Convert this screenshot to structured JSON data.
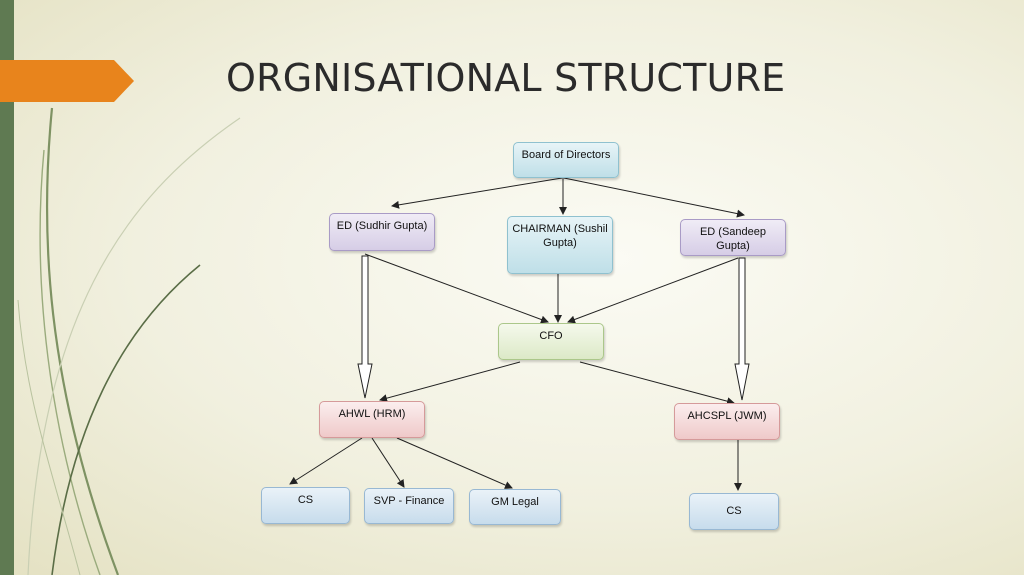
{
  "slide": {
    "title": "ORGNISATIONAL STRUCTURE"
  },
  "org": {
    "board": "Board of Directors",
    "ed_left": "ED (Sudhir Gupta)",
    "chairman": "CHAIRMAN (Sushil Gupta)",
    "ed_right": "ED (Sandeep Gupta)",
    "cfo": "CFO",
    "ahwl": "AHWL (HRM)",
    "ahcspl": "AHCSPL (JWM)",
    "cs_left": "CS",
    "svp_finance": "SVP - Finance",
    "gm_legal": "GM Legal",
    "cs_right": "CS"
  },
  "colors": {
    "accent_bar": "#5f7a52",
    "orange_tab": "#e8841c",
    "board_fill": "#c7dcec",
    "ed_fill": "#d6cde6",
    "cfo_fill": "#dce9c7",
    "subsidiary_fill": "#efc9c9"
  }
}
